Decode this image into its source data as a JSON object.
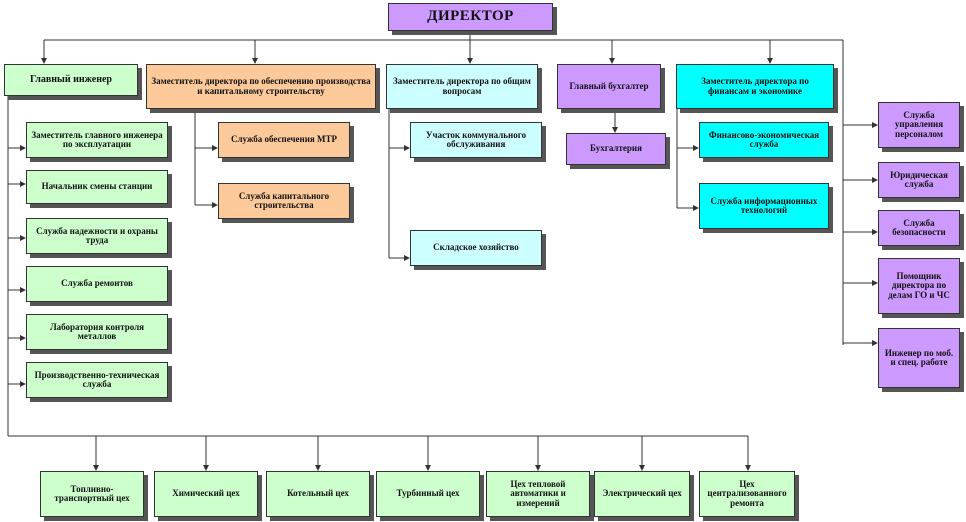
{
  "director": "ДИРЕКТОР",
  "top_level": {
    "chief_engineer": "Главный инженер",
    "deputy_construction": "Заместитель директора по обеспечению производства и капитальному строительству",
    "deputy_general": "Заместитель директора по общим вопросам",
    "chief_accountant": "Главный бухгалтер",
    "deputy_finance": "Заместитель директора по финансам и экономике"
  },
  "chief_engineer_units": [
    "Заместитель главного инженера по эксплуатации",
    "Начальник смены станции",
    "Служба надежности и охраны труда",
    "Служба ремонтов",
    "Лаборатория контроля металлов",
    "Производственно-техническая служба"
  ],
  "construction_units": [
    "Служба обеспечения МТР",
    "Служба капитального строительства"
  ],
  "general_units": [
    "Участок коммунального обслуживания",
    "Складское хозяйство"
  ],
  "accounting_units": [
    "Бухгалтерия"
  ],
  "finance_units": [
    "Финансово-экономическая служба",
    "Служба информационных технологий"
  ],
  "direct_units": [
    "Служба управления персоналом",
    "Юридическая служба",
    "Служба безопасности",
    "Помощник директора по делам ГО и ЧС",
    "Инженер по моб. и спец. работе"
  ],
  "workshops": [
    "Топливно-транспортный цех",
    "Химический цех",
    "Котельный цех",
    "Турбинный цех",
    "Цех тепловой автоматики и измерений",
    "Электрический цех",
    "Цех централизованного ремонта"
  ],
  "colors": {
    "green": "#ccffcc",
    "orange": "#fcc99a",
    "light_blue": "#ccffff",
    "cyan": "#00ffff",
    "violet": "#cc99ff",
    "line": "#333333"
  }
}
